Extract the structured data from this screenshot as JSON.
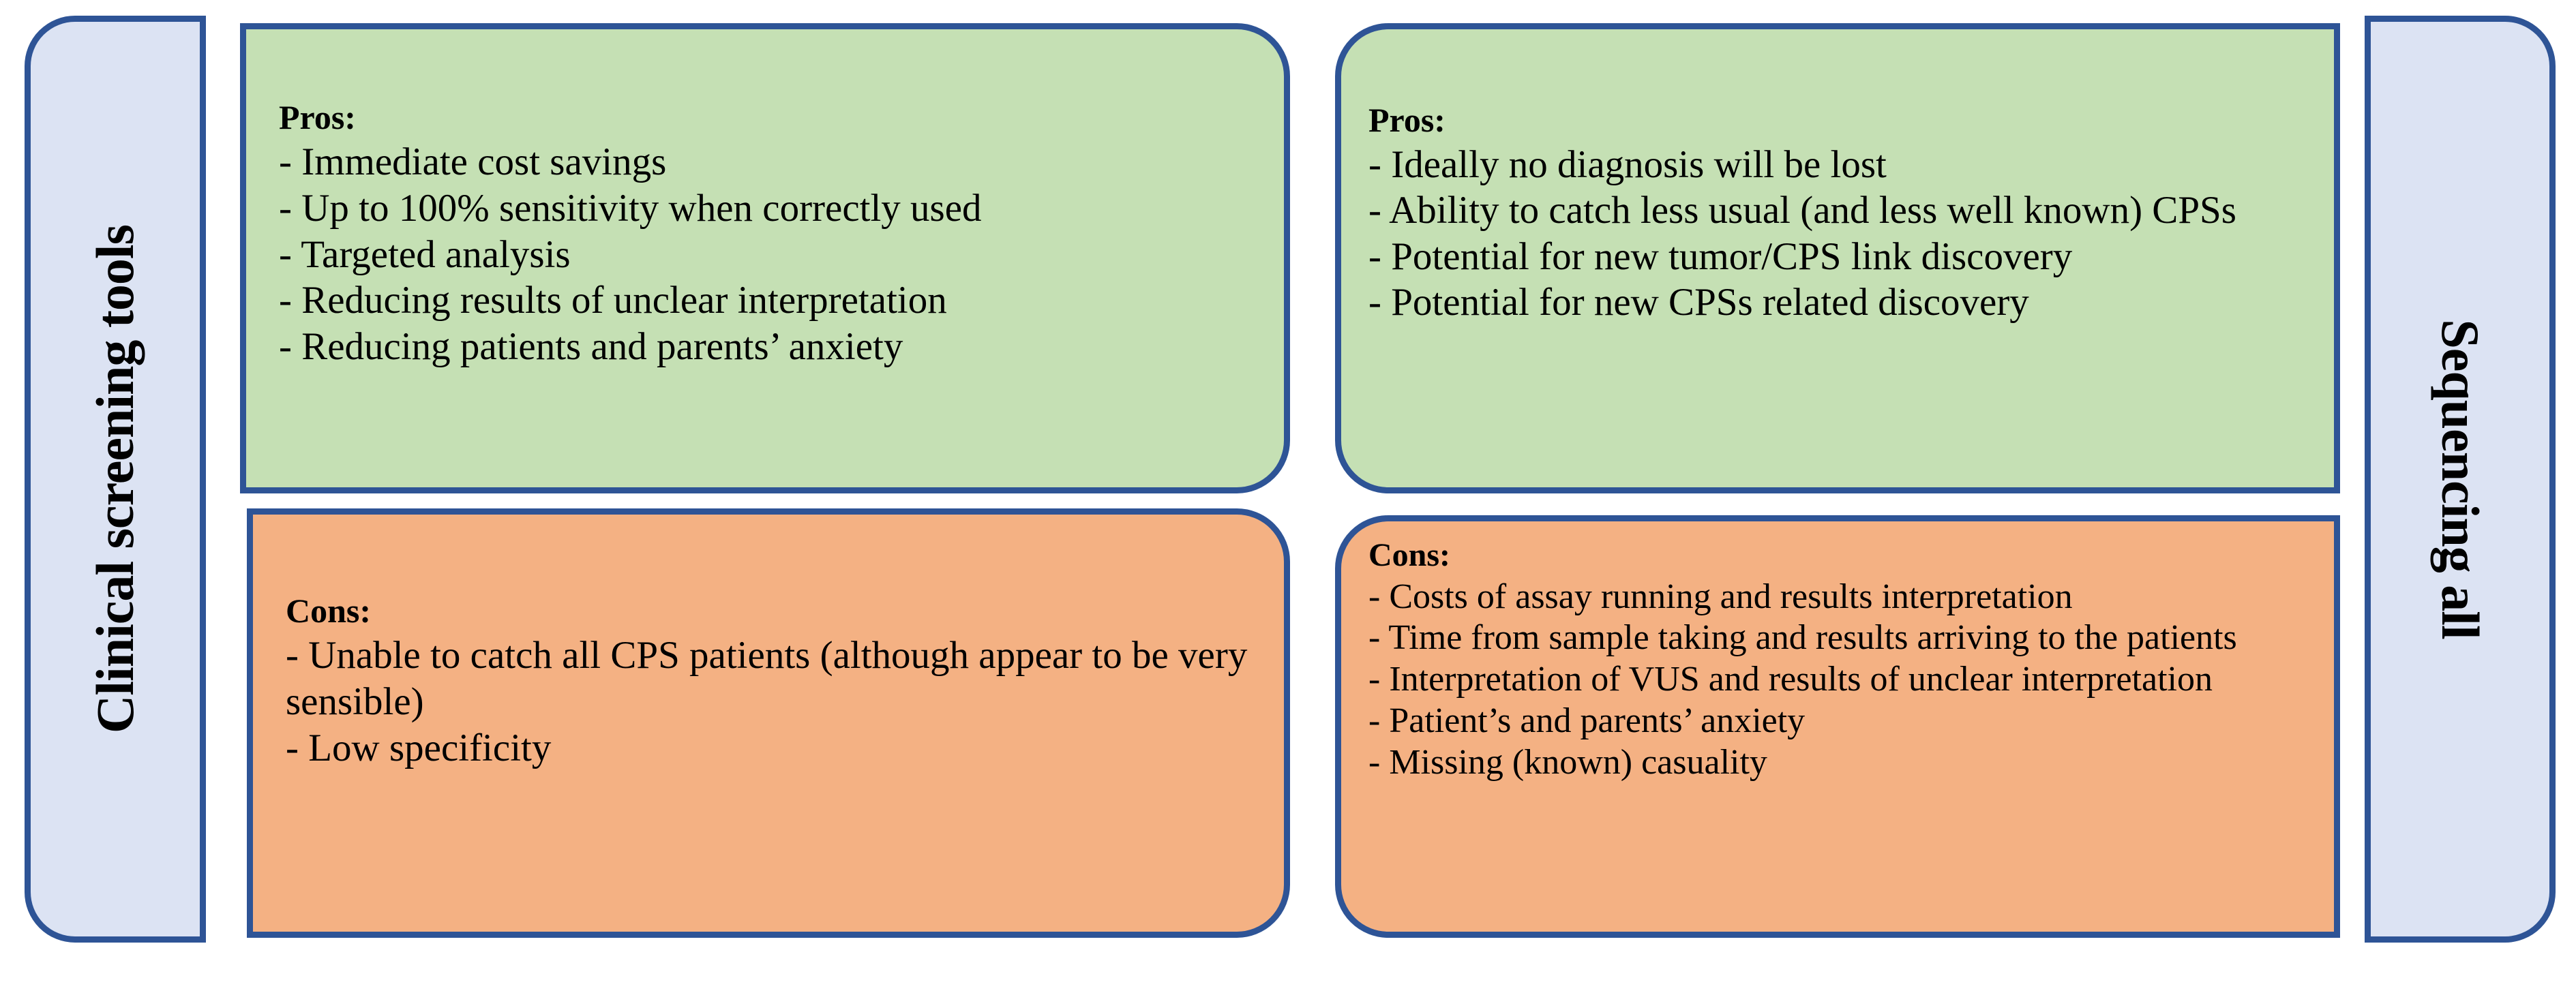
{
  "sides": {
    "left": {
      "label": "Clinical screening tools",
      "fill": "#DCE3F3",
      "border": "#2E5496"
    },
    "right": {
      "label": "Sequencing all",
      "fill": "#DCE3F3",
      "border": "#2E5496"
    }
  },
  "colors": {
    "pros_fill": "#C5E0B4",
    "cons_fill": "#F4B183",
    "border": "#2E5496",
    "text": "#000000"
  },
  "cells": {
    "pros_left": {
      "heading": "Pros:",
      "items": [
        "- Immediate cost savings",
        "- Up to 100% sensitivity when correctly used",
        "- Targeted analysis",
        "- Reducing results of unclear interpretation",
        "- Reducing patients and parents’ anxiety"
      ]
    },
    "pros_right": {
      "heading": "Pros:",
      "items": [
        "- Ideally no diagnosis will be lost",
        "- Ability to catch less usual (and less well known) CPSs",
        "- Potential for new tumor/CPS link discovery",
        "- Potential for new CPSs related discovery"
      ]
    },
    "cons_left": {
      "heading": "Cons:",
      "items": [
        "- Unable to catch all CPS patients (although appear to be very sensible)",
        "- Low specificity"
      ]
    },
    "cons_right": {
      "heading": "Cons:",
      "items": [
        "- Costs of assay running and results interpretation",
        "- Time from sample taking and results arriving to the patients",
        "- Interpretation of VUS and results of unclear interpretation",
        "- Patient’s and parents’ anxiety",
        "- Missing (known) casuality"
      ]
    }
  }
}
